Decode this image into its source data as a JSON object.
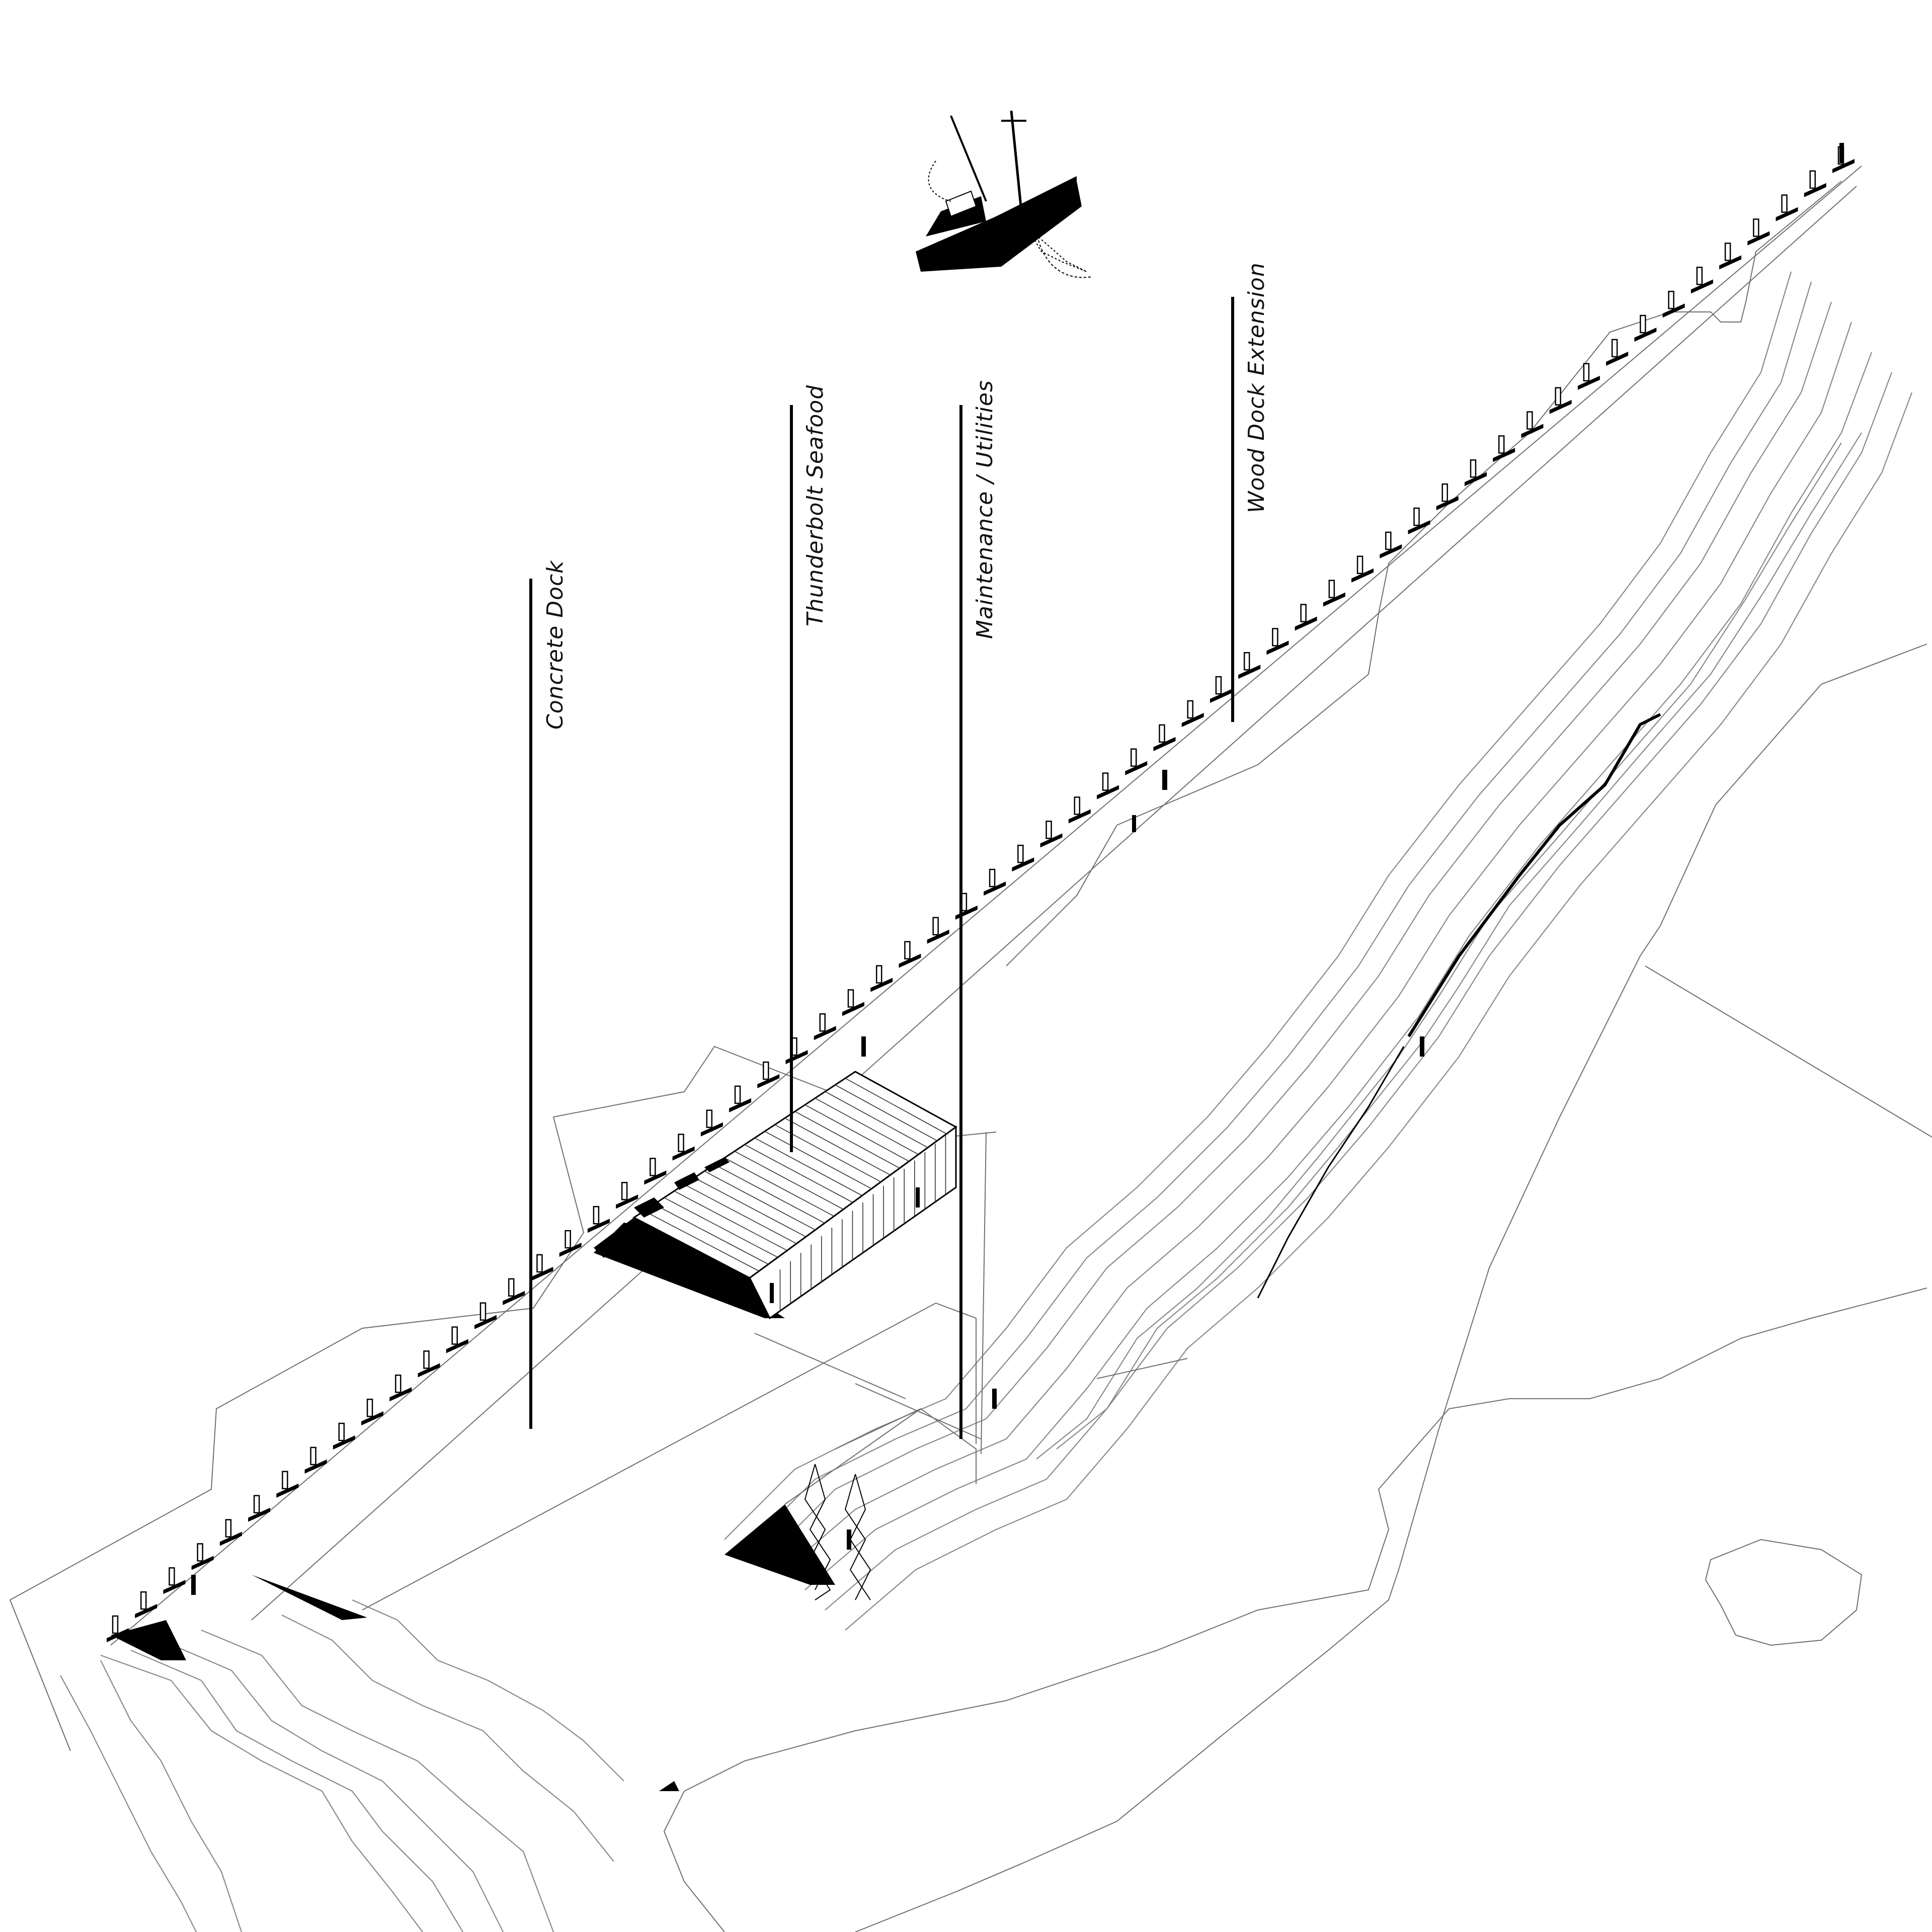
{
  "labels": {
    "concrete_dock": "Concrete Dock",
    "thunderbolt_seafood": "Thunderbolt Seafood",
    "maintenance_utilities": "Maintenance / Utilities",
    "wood_dock_extension": "Wood Dock Extension"
  },
  "colors": {
    "ink": "#000000",
    "contour": "#8a8a8a",
    "paper": "#ffffff"
  }
}
